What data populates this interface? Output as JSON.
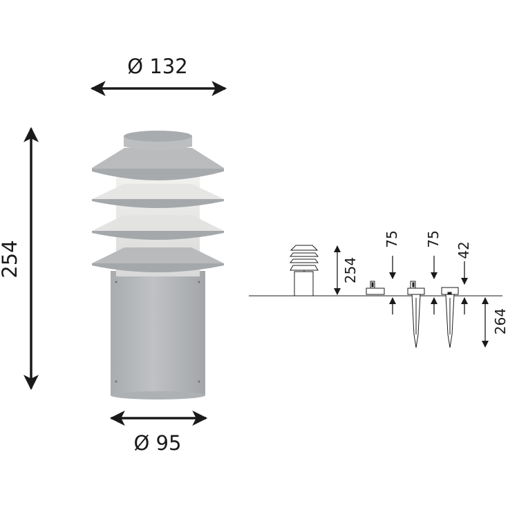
{
  "product_drawing": {
    "top_diameter_label": "Ø 132",
    "height_label": "254",
    "base_diameter_label": "Ø 95"
  },
  "mounting_options": {
    "overall_height_label": "254",
    "option_a_depth_label": "75",
    "option_b_depth_label": "75",
    "option_c_depth_label": "42",
    "spike_length_label": "264"
  },
  "colors": {
    "line": "#1a1a1a",
    "body": "#b6b8ba",
    "body_dark": "#9ea1a4",
    "light_glow": "#e9e9e7"
  }
}
